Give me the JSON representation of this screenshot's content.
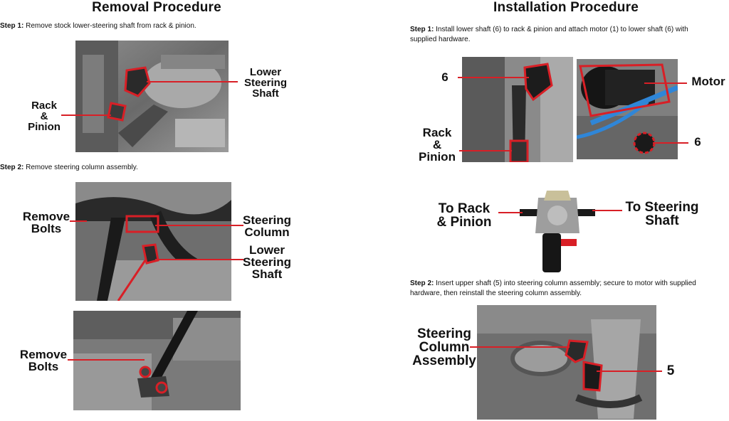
{
  "removal": {
    "title": "Removal Procedure",
    "step1": {
      "label": "Step 1:",
      "text": " Remove stock lower-steering shaft from rack & pinion."
    },
    "step2": {
      "label": "Step 2:",
      "text": " Remove steering column assembly."
    },
    "callouts": {
      "rack_pinion": [
        "Rack",
        "&",
        "Pinion"
      ],
      "lower_shaft_1": [
        "Lower",
        "Steering",
        "Shaft"
      ],
      "remove_bolts_1": [
        "Remove",
        "Bolts"
      ],
      "steering_column": [
        "Steering",
        "Column"
      ],
      "lower_shaft_2": [
        "Lower",
        "Steering",
        "Shaft"
      ],
      "remove_bolts_2": [
        "Remove",
        "Bolts"
      ]
    }
  },
  "installation": {
    "title": "Installation Procedure",
    "step1": {
      "label": "Step 1:",
      "text": " Install lower shaft (6) to rack & pinion and attach motor (1) to lower shaft (6) with supplied hardware."
    },
    "step2": {
      "label": "Step 2:",
      "text": " Insert upper shaft (5) into steering column assembly; secure to motor with supplied hardware, then reinstall the steering column assembly."
    },
    "callouts": {
      "six_a": "6",
      "motor": "Motor",
      "rack_pinion": [
        "Rack",
        "&",
        "Pinion"
      ],
      "six_b": "6",
      "to_rack": [
        "To Rack",
        "& Pinion"
      ],
      "to_steering": [
        "To Steering",
        "Shaft"
      ],
      "steering_col_assembly": [
        "Steering",
        "Column",
        "Assembly"
      ],
      "five": "5"
    }
  },
  "colors": {
    "accent_red": "#d81f26",
    "text": "#111111"
  }
}
